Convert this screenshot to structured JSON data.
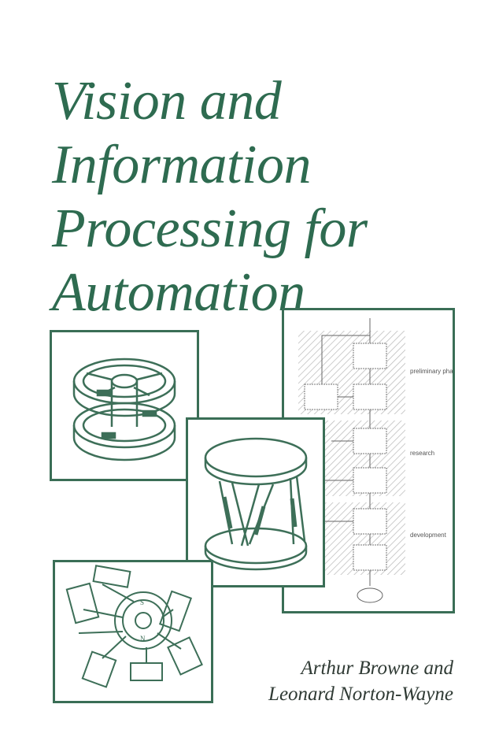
{
  "cover": {
    "title_lines": [
      "Vision and",
      "Information",
      "Processing for",
      "Automation"
    ],
    "authors": [
      "Arthur Browne and",
      "Leonard Norton-Wayne"
    ],
    "colors": {
      "title": "#2e6b50",
      "frame": "#3a6e56",
      "authors": "#2f3a34"
    }
  },
  "flowchart": {
    "phases": [
      "preliminary phase",
      "research",
      "development"
    ]
  }
}
